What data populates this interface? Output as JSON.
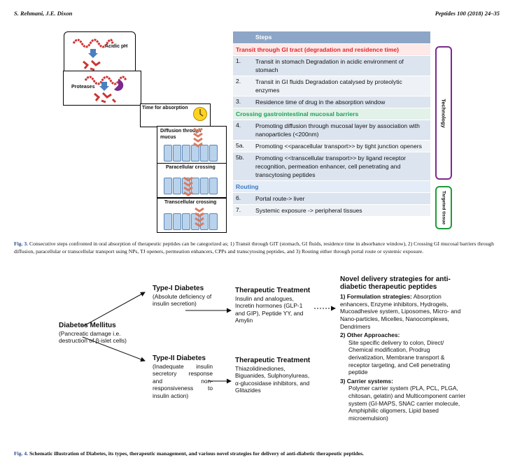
{
  "running_header": {
    "authors": "S. Rehmani, J.E. Dixon",
    "journal": "Peptides 100 (2018) 24–35"
  },
  "fig3": {
    "diagram_labels": {
      "acidic": "Acidic pH",
      "proteases": "Proteases",
      "time": "Time for absorption",
      "diffusion": "Diffusion through mucus",
      "paracellular": "Paracellular crossing",
      "transcellular": "Transcellular crossing"
    },
    "table": {
      "header": "Steps",
      "section1": "Transit through GI tract (degradation and residence time)",
      "section2": "Crossing gastrointestinal mucosal barriers",
      "section3": "Routing",
      "rows1": [
        {
          "num": "1.",
          "text": "Transit in stomach Degradation in acidic environment of stomach"
        },
        {
          "num": "2.",
          "text": "Transit in GI fluids Degradation catalysed by proteolytic enzymes"
        },
        {
          "num": "3.",
          "text": "Residence time of drug in the absorption window"
        }
      ],
      "rows2": [
        {
          "num": "4.",
          "text": "Promoting diffusion through mucosal layer by association with nanoparticles (<200nm)"
        },
        {
          "num": "5a.",
          "text": "Promoting <<paracellular transport>> by tight junction openers"
        },
        {
          "num": "5b.",
          "text": "Promoting <<transcellular transport>> by ligand receptor recognition, permeation enhancer, cell penetrating and transcytosing peptides"
        }
      ],
      "rows3": [
        {
          "num": "6.",
          "text": "Portal route-> liver"
        },
        {
          "num": "7.",
          "text": "Systemic exposure -> peripheral tissues"
        }
      ]
    },
    "side_tags": {
      "technology": "Technology",
      "targeted": "Targeted tissue"
    },
    "caption_label": "Fig. 3.",
    "caption": "Consecutive steps confronted in oral absorption of therapeutic peptides can be categorized as; 1) Transit through GIT (stomach, GI fluids, residence time in absorbance window), 2) Crossing GI mucosal barriers through diffusion, paracellular or transcellular transport using NPs, TJ openers, permeation enhancers, CPPs and transcytosing peptides, and 3) Routing either through portal route or systemic exposure."
  },
  "fig4": {
    "dm_title": "Diabetes Mellitus",
    "dm_desc": "(Pancreatic damage i.e. destruction of β-islet cells)",
    "t1_title": "Type-I Diabetes",
    "t1_desc": "(Absolute deficiency of insulin secretion)",
    "t2_title": "Type-II Diabetes",
    "t2_desc": "(Inadequate insulin secretory response and non-responsiveness to insulin action)",
    "tt1_title": "Therapeutic Treatment",
    "tt1_desc": "Insulin and analogues, Incretin hormones (GLP-1 and GIP), Peptide YY, and Amylin",
    "tt2_title": "Therapeutic Treatment",
    "tt2_desc": "Thiazolidinediones, Biguanides, Sulphonylureas, α-glucosidase inhibitors, and Glitazides",
    "novel_title": "Novel delivery strategies for anti-diabetic therapeutic peptides",
    "s1_head": "1) Formulation strategies:",
    "s1_body": "Absorption enhancers, Enzyme inhibitors, Hydrogels, Mucoadhesive system, Liposomes, Micro- and Nano-particles, Micelles, Nanocomplexes, Dendrimers",
    "s2_head": "2) Other Approaches:",
    "s2_body": "Site specific delivery to colon, Direct/ Chemical modification, Prodrug derivatization, Membrane transport & receptor targeting, and Cell penetrating peptide",
    "s3_head": "3) Carrier systems:",
    "s3_body": "Polymer carrier system (PLA, PCL, PLGA, chitosan, gelatin) and Multicomponent carrier system (GI-MAPS, SNAC carrier molecule, Amphiphilic oligomers, Lipid based microemulsion)",
    "caption_label": "Fig. 4.",
    "caption": "Schematic illustration of Diabetes, its types, therapeutic management, and various novel strategies for delivery of anti-diabetic therapeutic peptides."
  },
  "colors": {
    "red": "#e0252b",
    "green": "#1aa15b",
    "blue": "#3b78c2",
    "purple": "#7a2a8f",
    "tag_green": "#1f9a3c",
    "header_bg": "#8da6c7"
  }
}
